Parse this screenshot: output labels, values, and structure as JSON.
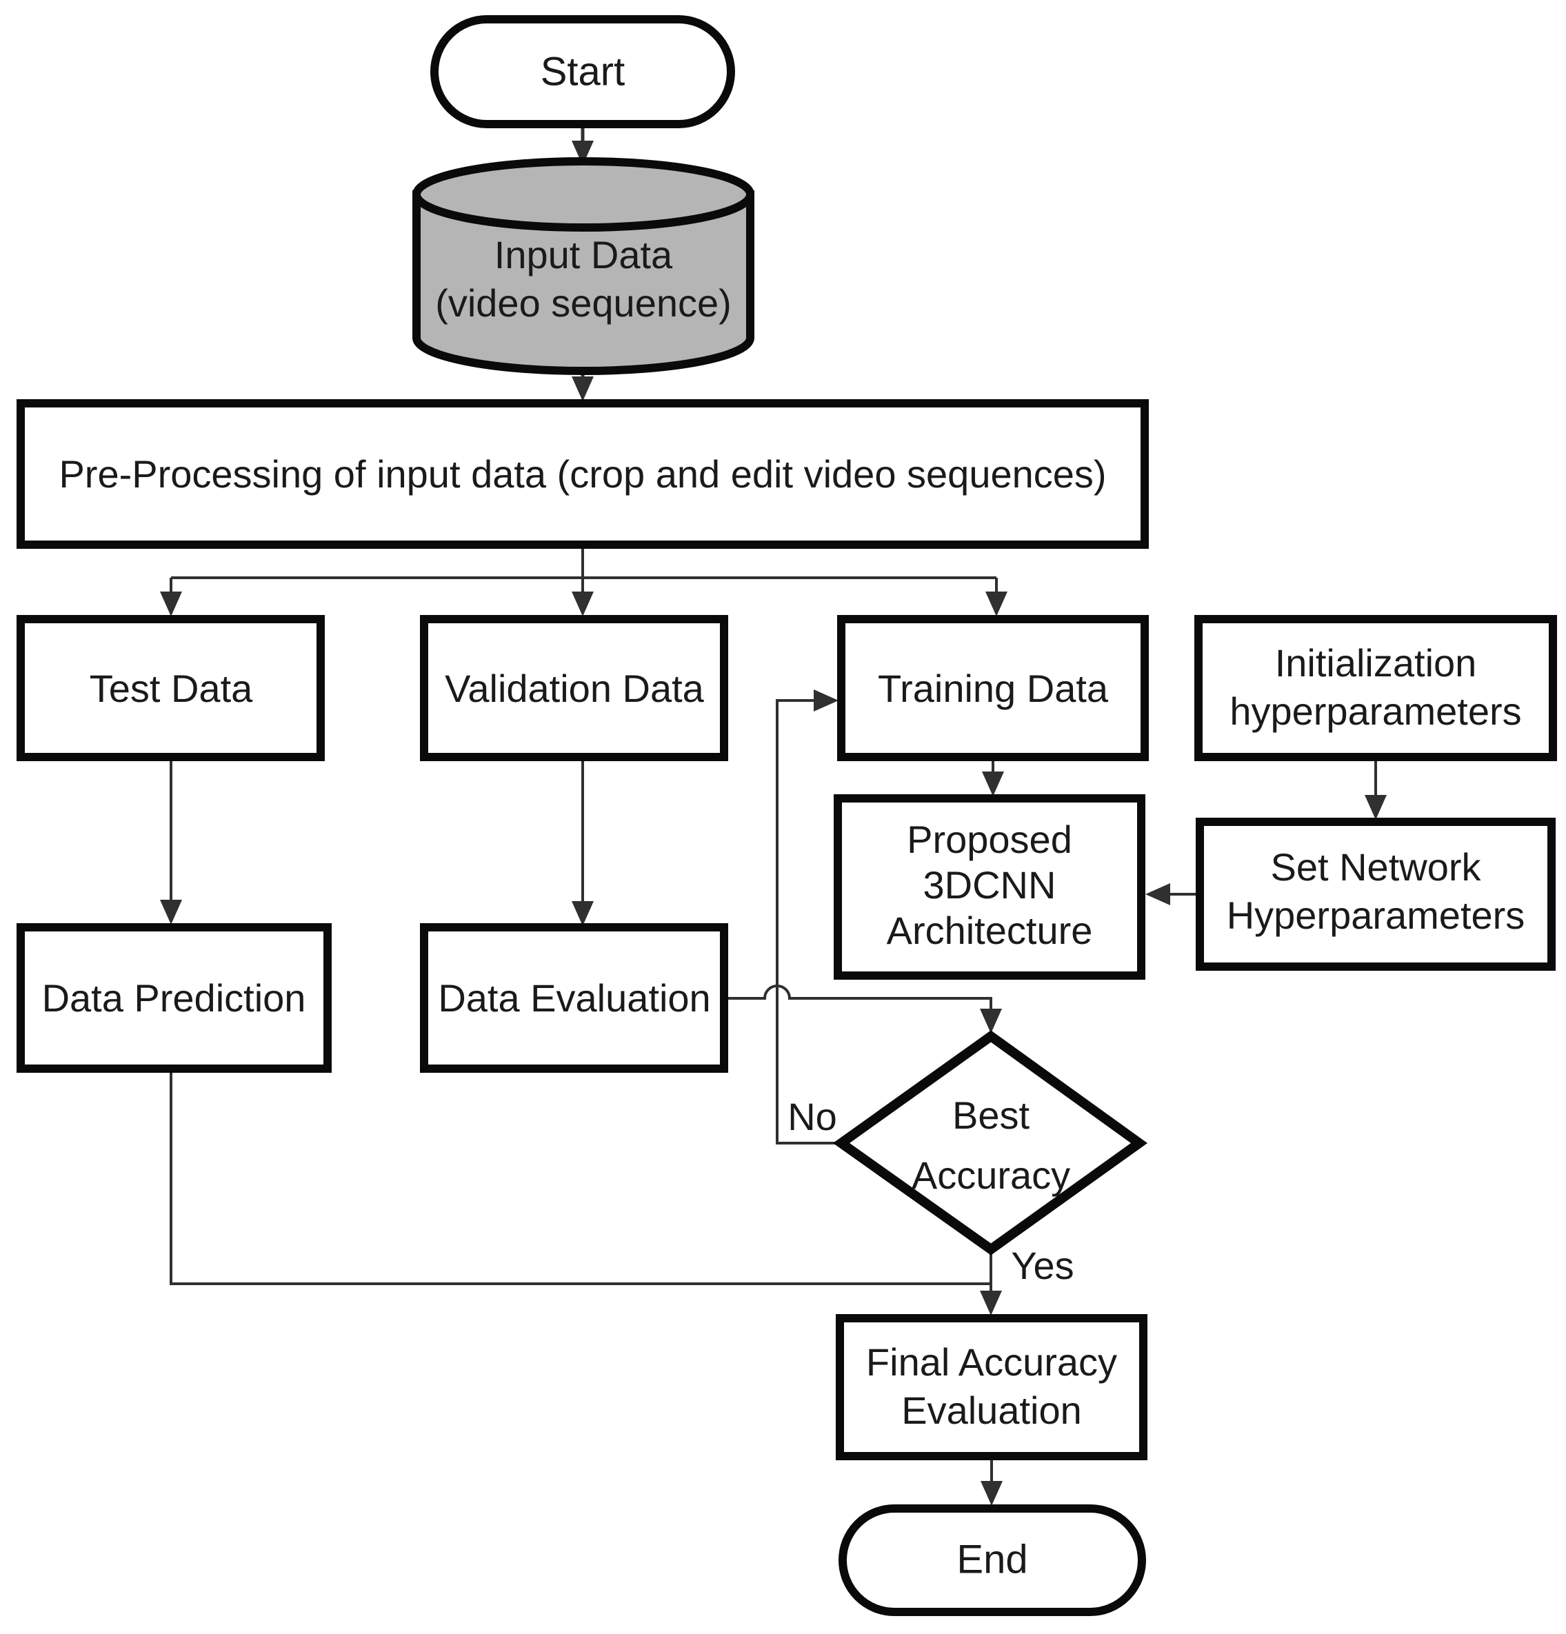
{
  "diagram": {
    "nodes": {
      "start": {
        "type": "terminator",
        "label": "Start"
      },
      "input_data": {
        "type": "data-store",
        "line1": "Input Data",
        "line2": "(video sequence)"
      },
      "preprocessing": {
        "type": "process",
        "label": "Pre-Processing of input data (crop and edit video sequences)"
      },
      "test_data": {
        "type": "process",
        "label": "Test Data"
      },
      "validation_data": {
        "type": "process",
        "label": "Validation Data"
      },
      "training_data": {
        "type": "process",
        "label": "Training Data"
      },
      "initialization": {
        "type": "process",
        "line1": "Initialization",
        "line2": "hyperparameters"
      },
      "proposed_3dcnn": {
        "type": "process",
        "line1": "Proposed",
        "line2": "3DCNN",
        "line3": "Architecture"
      },
      "set_network": {
        "type": "process",
        "line1": "Set Network",
        "line2": "Hyperparameters"
      },
      "data_prediction": {
        "type": "process",
        "label": "Data Prediction"
      },
      "data_evaluation": {
        "type": "process",
        "label": "Data Evaluation"
      },
      "best_accuracy": {
        "type": "decision",
        "line1": "Best",
        "line2": "Accuracy"
      },
      "final_accuracy": {
        "type": "process",
        "line1": "Final Accuracy",
        "line2": "Evaluation"
      },
      "end": {
        "type": "terminator",
        "label": "End"
      }
    },
    "edge_labels": {
      "no": "No",
      "yes": "Yes"
    },
    "colors": {
      "background": "#ffffff",
      "node_fill": "#ffffff",
      "cylinder_fill": "#b5b5b5",
      "stroke": "#0a0a0a",
      "connector": "#303030",
      "text": "#1a1a1a"
    }
  }
}
